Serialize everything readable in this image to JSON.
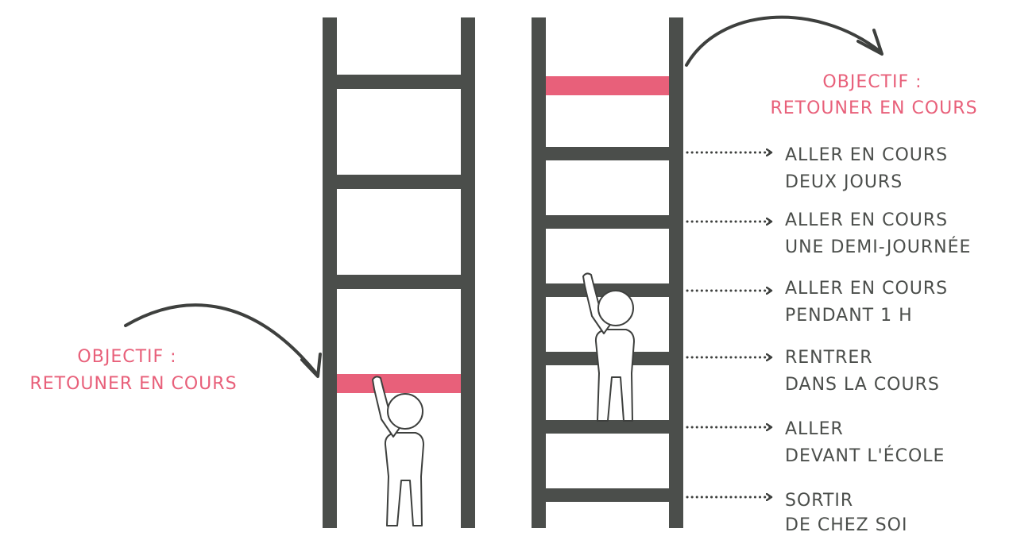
{
  "colors": {
    "ladder": "#4b4e4b",
    "goal_rung": "#e8607a",
    "goal_text": "#e8607a",
    "step_text": "#4b4e4b",
    "arrow": "#3e403e",
    "figure_stroke": "#3e403e",
    "figure_fill": "#ffffff"
  },
  "left_ladder": {
    "goal_line1": "OBJECTIF :",
    "goal_line2": "RETOUNER EN COURS"
  },
  "right_ladder": {
    "goal_line1": "OBJECTIF :",
    "goal_line2": "RETOUNER EN COURS",
    "steps": [
      {
        "line1": "ALLER EN COURS",
        "line2": "DEUX JOURS"
      },
      {
        "line1": "ALLER EN COURS",
        "line2": "UNE DEMI-JOURNÉE"
      },
      {
        "line1": "ALLER EN COURS",
        "line2": "PENDANT 1 H"
      },
      {
        "line1": "RENTRER",
        "line2": "DANS LA COURS"
      },
      {
        "line1": "ALLER",
        "line2": "DEVANT L'ÉCOLE"
      },
      {
        "line1": "SORTIR",
        "line2": "DE CHEZ SOI"
      }
    ]
  }
}
